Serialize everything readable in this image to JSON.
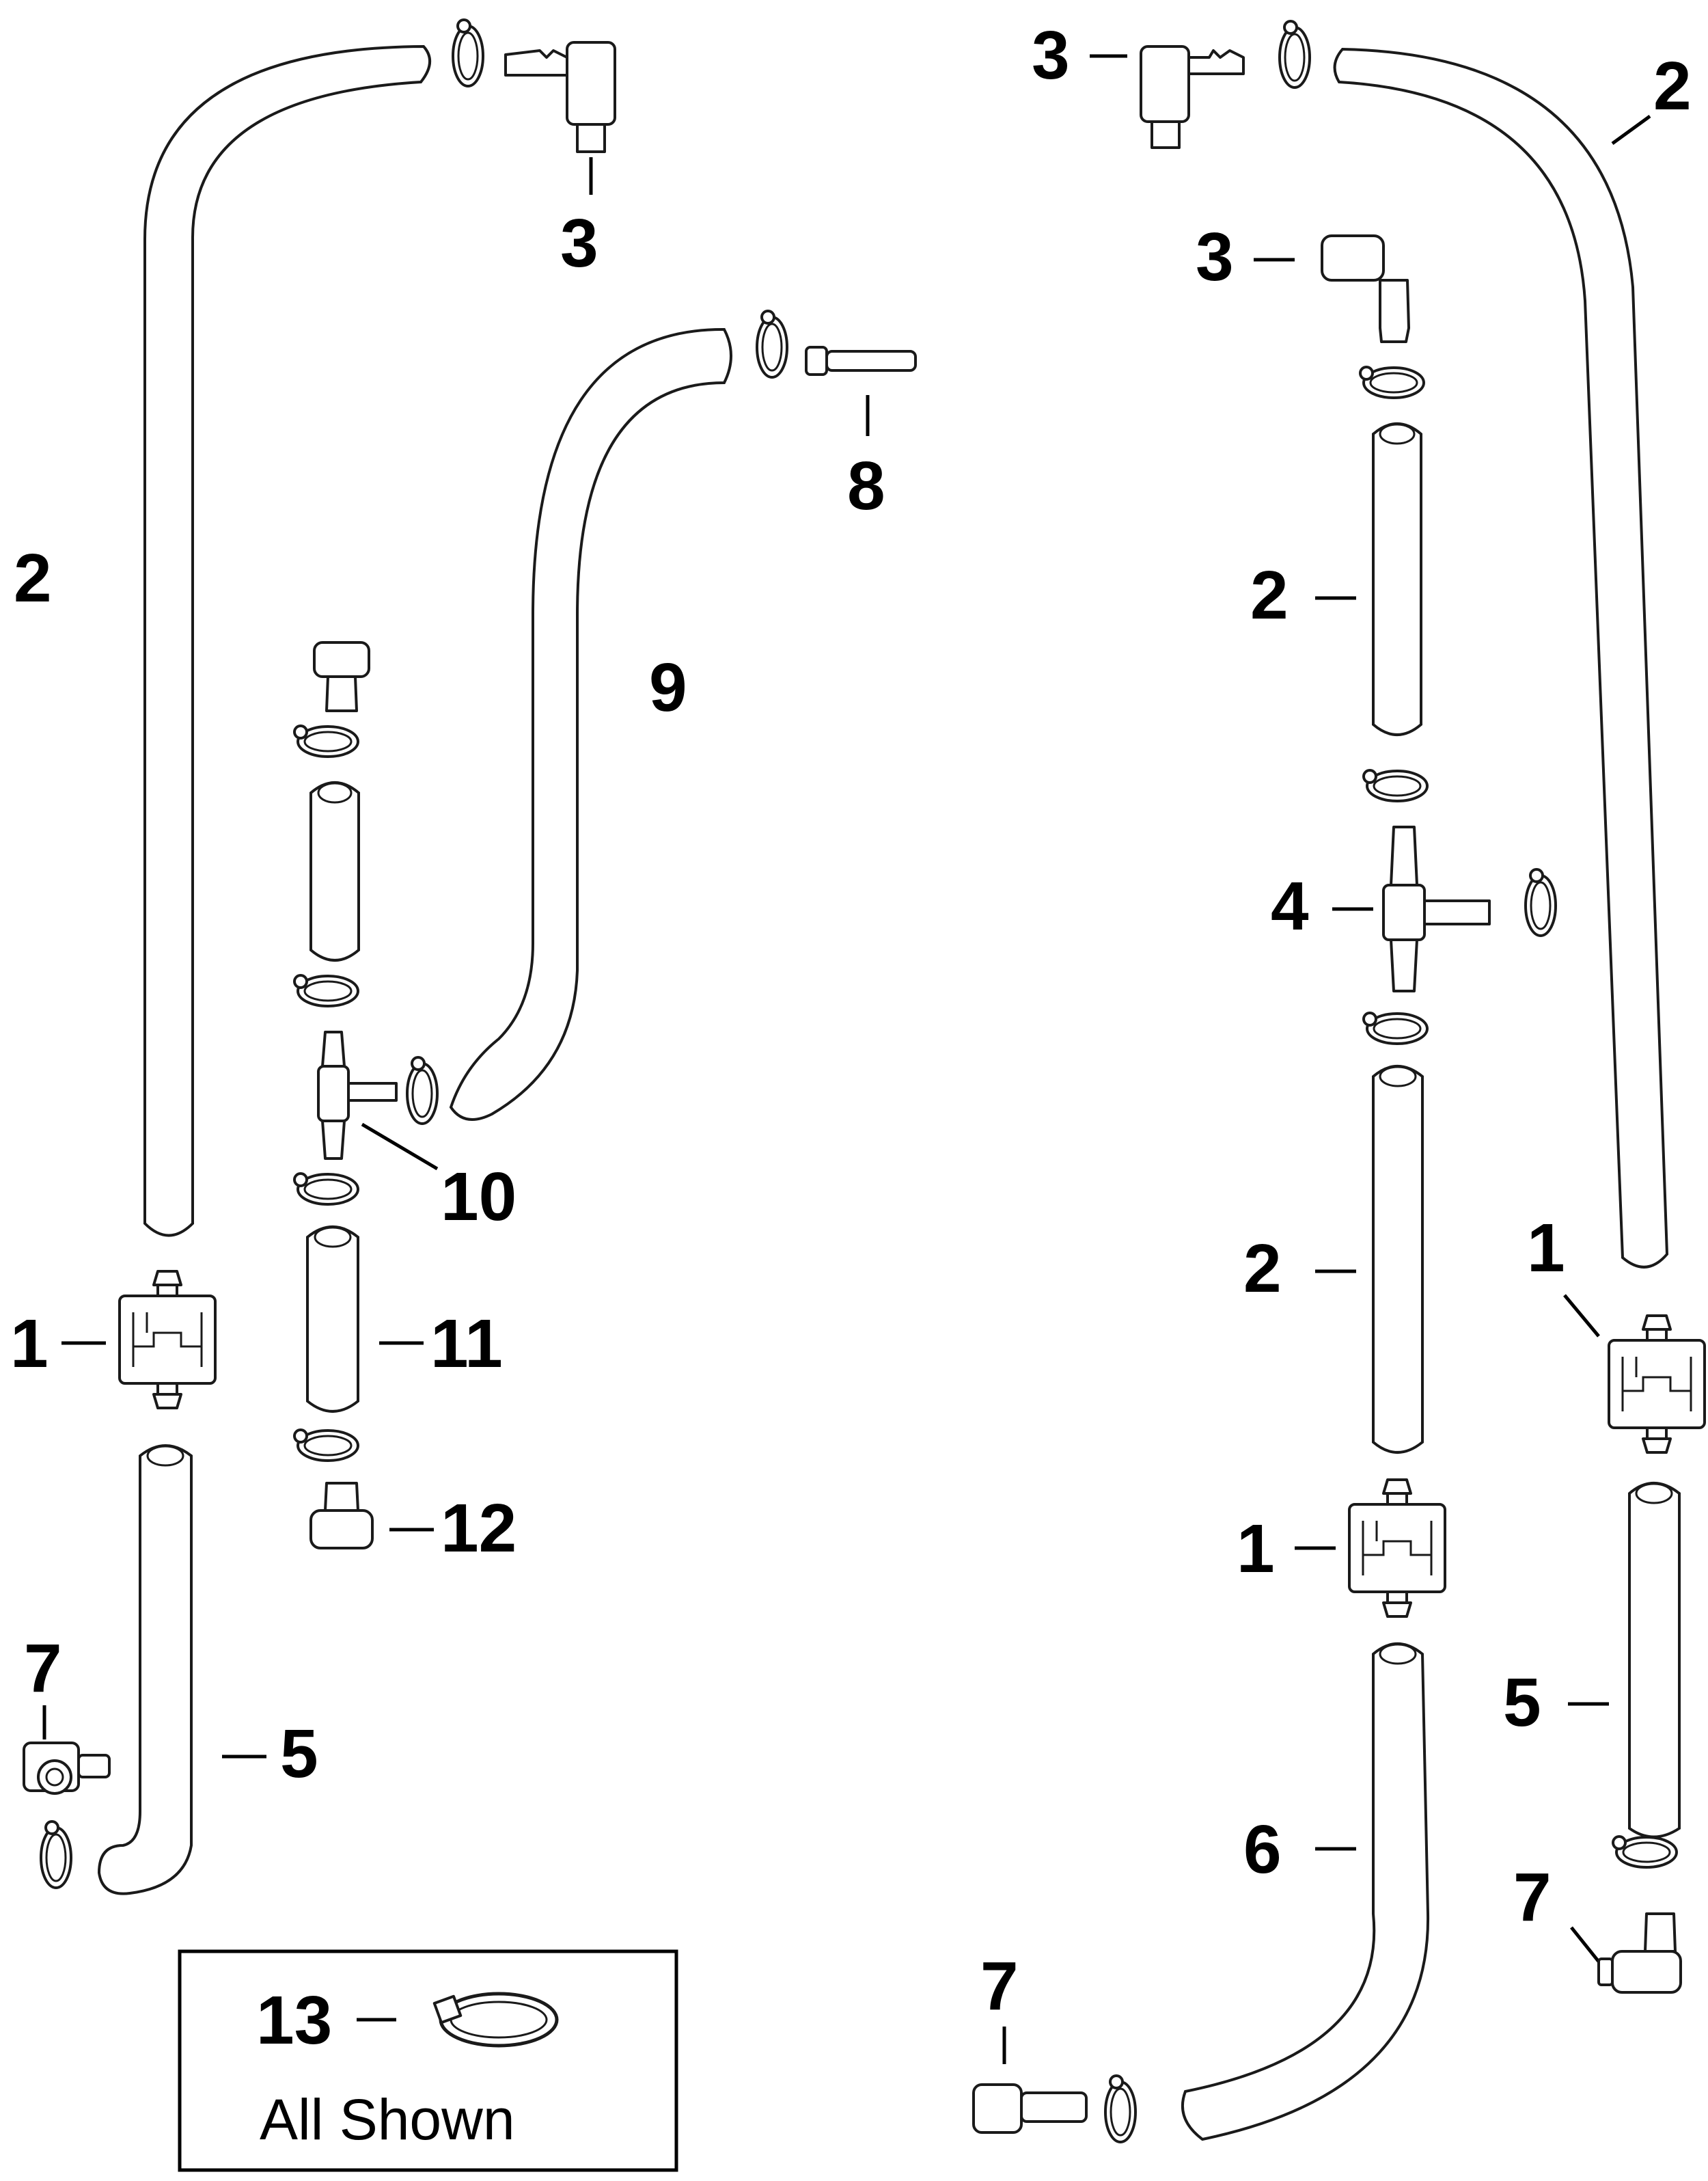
{
  "callouts": {
    "left_fitting_top": "3",
    "left_hose_long": "2",
    "fitting_8": "8",
    "hose_9": "9",
    "tee_10": "10",
    "hose_11": "11",
    "fitting_12": "12",
    "filter_left": "1",
    "fitting_7_left": "7",
    "hose_5_left": "5",
    "right_fitting_top": "3",
    "right_hose_long": "2",
    "right_fitting_mid": "3",
    "right_hose_short": "2",
    "cross_4": "4",
    "right_hose_middle": "2",
    "filter_right_outer": "1",
    "filter_right_inner": "1",
    "hose_5_right": "5",
    "hose_6": "6",
    "fitting_7_right_outer": "7",
    "fitting_7_bottom": "7"
  },
  "legend": {
    "number": "13",
    "text": "All Shown"
  }
}
